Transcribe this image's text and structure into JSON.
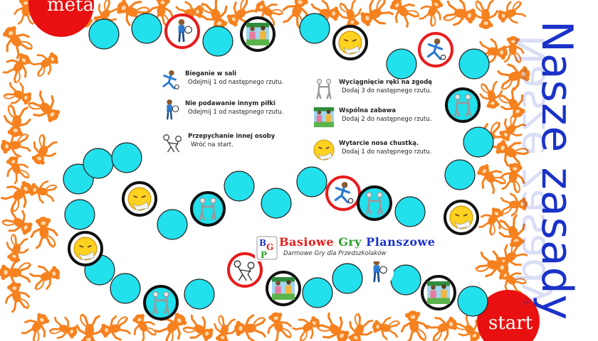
{
  "title": "Nasze zasady",
  "meta_label": "meta",
  "start_label": "start",
  "logo": {
    "line1": [
      "Basiowe",
      "Gry",
      "Planszowe"
    ],
    "line2": "Darmowe Gry dla Przedszkolaków"
  },
  "legend": [
    {
      "icon": "running-boy-icon",
      "title": "Bieganie w sali",
      "desc": "Odejmij 1 od następnego rzutu."
    },
    {
      "icon": "boy-holding-ball-icon",
      "title": "Nie podawanie innym piłki",
      "desc": "Odejmij 1 od następnego rzutu."
    },
    {
      "icon": "pushing-figures-icon",
      "title": "Przepychanie innej osoby",
      "desc": "Wróć na start."
    },
    {
      "icon": "handshake-figures-icon",
      "title": "Wyciągnięcie ręki na zgodę",
      "desc": "Dodaj 3 do następnego rzutu."
    },
    {
      "icon": "children-playing-icon",
      "title": "Wspólna zabawa",
      "desc": "Dodaj 2 do następnego rzutu."
    },
    {
      "icon": "sneezing-face-icon",
      "title": "Wytarcie nosa chustką.",
      "desc": "Dodaj 1 do następnego rzutu."
    }
  ],
  "colors": {
    "field": "#22e0ec",
    "field_stroke": "#222222",
    "special_black": "#111111",
    "special_red": "#e81c1c",
    "corner": "#e81010",
    "monkey": "#f5811f",
    "title": "#1a32c8",
    "logo_letters": [
      "#e81c1c",
      "#f08a00",
      "#2aa02a",
      "#1a32c8"
    ]
  },
  "board_fields": [
    {
      "icon": "none"
    },
    {
      "icon": "none"
    },
    {
      "icon": "none"
    },
    {
      "icon": "boy-holding-ball-icon",
      "ring": "red"
    },
    {
      "icon": "none"
    },
    {
      "icon": "none"
    },
    {
      "icon": "children-playing-icon",
      "ring": "black"
    },
    {
      "icon": "none"
    },
    {
      "icon": "none"
    },
    {
      "icon": "sneezing-face-icon",
      "ring": "black"
    },
    {
      "icon": "none"
    },
    {
      "icon": "running-boy-icon",
      "ring": "red"
    },
    {
      "icon": "none"
    },
    {
      "icon": "none"
    },
    {
      "icon": "handshake-figures-icon",
      "ring": "black"
    },
    {
      "icon": "none"
    },
    {
      "icon": "none"
    },
    {
      "icon": "none"
    },
    {
      "icon": "none"
    },
    {
      "icon": "sneezing-face-icon",
      "ring": "black"
    },
    {
      "icon": "none"
    },
    {
      "icon": "none"
    },
    {
      "icon": "handshake-figures-icon",
      "ring": "black"
    },
    {
      "icon": "none"
    },
    {
      "icon": "none"
    },
    {
      "icon": "running-boy-icon",
      "ring": "red"
    },
    {
      "icon": "none"
    },
    {
      "icon": "handshake-figures-icon",
      "ring": "black"
    },
    {
      "icon": "none"
    },
    {
      "icon": "none"
    },
    {
      "icon": "sneezing-face-icon",
      "ring": "black"
    },
    {
      "icon": "none"
    },
    {
      "icon": "none"
    },
    {
      "icon": "none"
    },
    {
      "icon": "handshake-figures-icon",
      "ring": "black"
    },
    {
      "icon": "none"
    },
    {
      "icon": "pushing-figures-icon",
      "ring": "red"
    },
    {
      "icon": "none"
    },
    {
      "icon": "none"
    },
    {
      "icon": "children-playing-icon",
      "ring": "black"
    },
    {
      "icon": "none"
    },
    {
      "icon": "boy-holding-ball-icon",
      "ring": "none"
    },
    {
      "icon": "none"
    },
    {
      "icon": "children-playing-icon",
      "ring": "black"
    },
    {
      "icon": "none"
    }
  ]
}
